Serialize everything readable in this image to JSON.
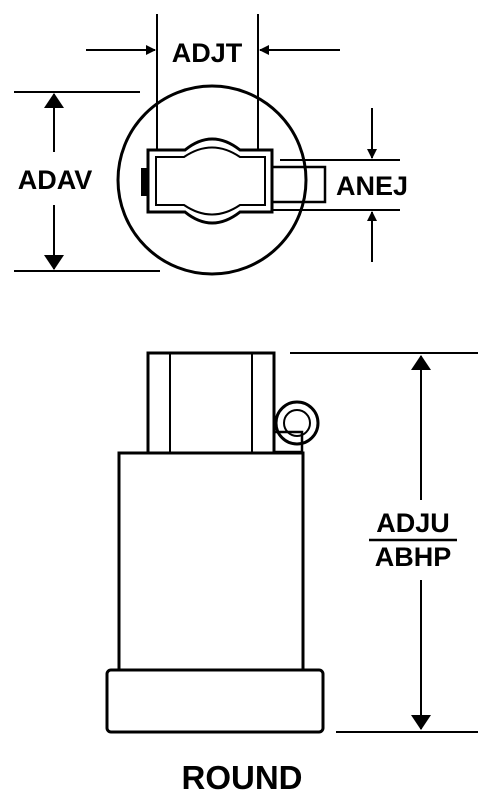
{
  "labels": {
    "top_width": "ADJT",
    "top_height": "ADAV",
    "tab_height": "ANEJ",
    "side_height_top": "ADJU",
    "side_height_bottom": "ABHP",
    "caption": "ROUND"
  },
  "colors": {
    "ink": "#000000",
    "background": "#ffffff"
  }
}
